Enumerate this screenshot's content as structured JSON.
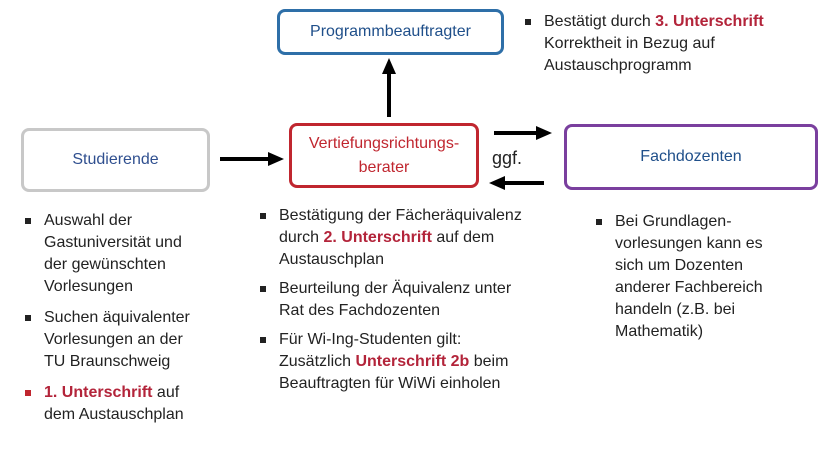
{
  "boxes": {
    "studierende": "Studierende",
    "vertiefung_line1": "Vertiefungsrichtungs-",
    "vertiefung_line2": "berater",
    "programm": "Programmbeauftragter",
    "fach": "Fachdozenten"
  },
  "label_ggf": "ggf.",
  "programm_note": {
    "pre": "Bestätigt durch ",
    "highlight": "3. Unterschrift",
    "line2": "Korrektheit in Bezug auf",
    "line3": "Austauschprogramm"
  },
  "student_items": {
    "item1": [
      "Auswahl der",
      "Gastuniversität und",
      "der gewünschten",
      "Vorlesungen"
    ],
    "item2": [
      "Suchen äquivalenter",
      "Vorlesungen an der",
      "TU Braunschweig"
    ],
    "item3": {
      "highlight": "1. Unterschrift",
      "post": " auf",
      "line2": "dem Austauschplan"
    }
  },
  "vertiefung_items": {
    "item1": {
      "line1": "Bestätigung der Fächeräquivalenz",
      "pre": "durch ",
      "highlight": "2. Unterschrift",
      "post": " auf dem",
      "line3": "Austauschplan"
    },
    "item2": [
      "Beurteilung der Äquivalenz unter",
      "Rat des Fachdozenten"
    ],
    "item3": {
      "line1": "Für Wi-Ing-Studenten gilt:",
      "pre": "Zusätzlich ",
      "highlight": "Unterschrift 2b",
      "post": " beim",
      "line3": "Beauftragten für WiWi einholen"
    }
  },
  "fach_items": {
    "item1": [
      "Bei Grundlagen-",
      "vorlesungen kann es",
      "sich um  Dozenten",
      "anderer Fachbereich",
      "handeln (z.B. bei",
      "Mathematik)"
    ]
  },
  "colors": {
    "accent_red": "#c0262f",
    "blue_border": "#2e6fa8",
    "purple_border": "#7a3f9e",
    "gray_border": "#c8c8c8"
  }
}
